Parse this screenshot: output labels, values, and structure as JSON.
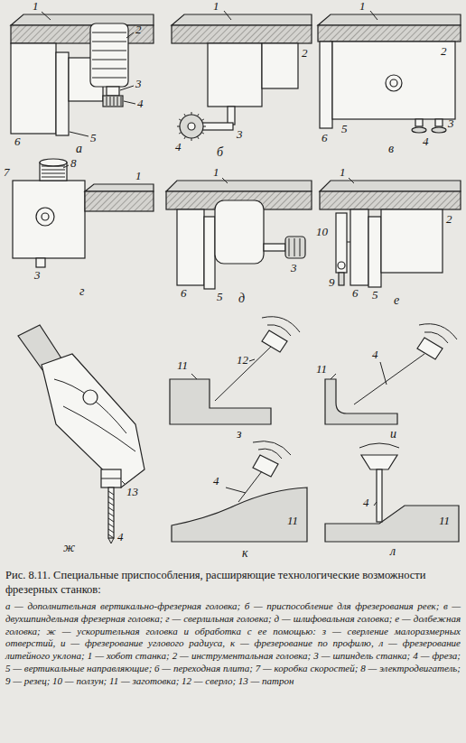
{
  "diagram": {
    "caption": "Рис. 8.11. Специальные приспособления, расширяющие технологические возможности фрезерных станков:",
    "labels": [
      "1",
      "2",
      "3",
      "4",
      "5",
      "6",
      "а",
      "1",
      "2",
      "4",
      "3",
      "б",
      "1",
      "2",
      "6",
      "5",
      "3",
      "4",
      "в",
      "7",
      "8",
      "1",
      "3",
      "г",
      "1",
      "3",
      "6",
      "5",
      "д",
      "1",
      "2",
      "10",
      "9",
      "6",
      "5",
      "е",
      "13",
      "4",
      "ж",
      "11",
      "12",
      "з",
      "11",
      "4",
      "и",
      "4",
      "11",
      "к",
      "4",
      "11",
      "л",
      "а — дополнительная вертикально-фрезерная головка; б — приспособление для фрезерования реек; в — двухшпиндельная фрезерная головка; г — сверлильная головка; д — шлифовальная головка; е — долбежная головка; ж — ускорительная головка и обработка с ее помощью: з — сверление малоразмерных отверстий, и — фрезерование углового радиуса, к — фрезерование по профилю, л — фрезерование литейного уклона; 1 — хобот станка; 2 — инструментальная головка; 3 — шпиндель станка; 4 — фреза; 5 — вертикальные направляющие; 6 — переходная плита; 7 — коробка скоростей; 8 — электродвигатель; 9 — резец; 10 — ползун; 11 — заготовка; 12 — сверло; 13 — патрон"
    ]
  }
}
